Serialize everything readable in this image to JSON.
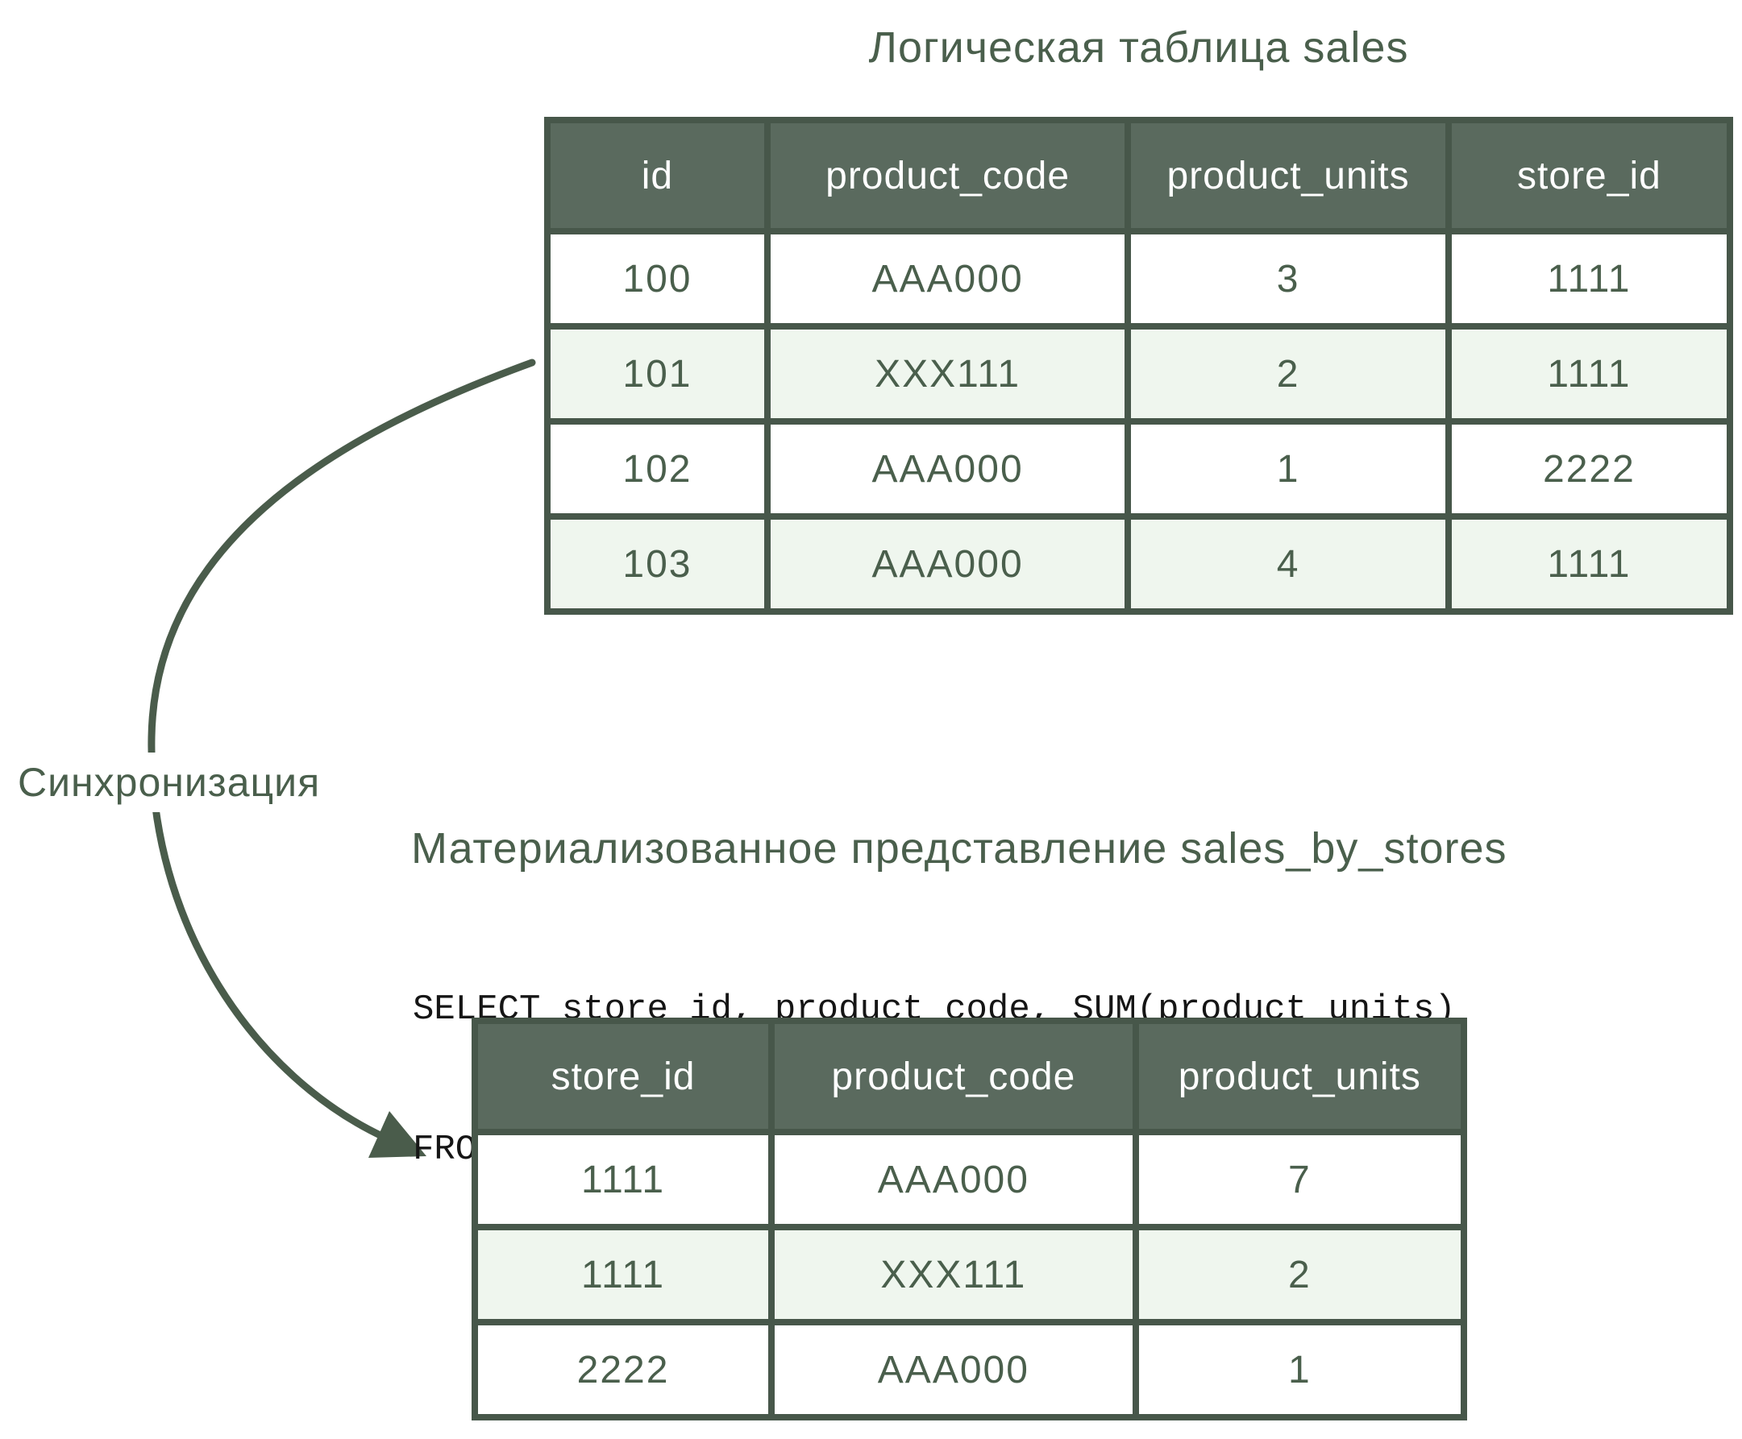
{
  "colors": {
    "text_green": "#4a5f4c",
    "table_border": "#47574a",
    "header_bg": "#5a6a5e",
    "header_text": "#ffffff",
    "row_alt_bg": "#eff6ee",
    "row_bg": "#ffffff",
    "sql_text": "#151515",
    "arrow": "#4a5c4b",
    "background": "#ffffff"
  },
  "sync_label": "Синхронизация",
  "logical_table": {
    "title": "Логическая таблица sales",
    "columns": [
      "id",
      "product_code",
      "product_units",
      "store_id"
    ],
    "rows": [
      [
        "100",
        "AAA000",
        "3",
        "1111"
      ],
      [
        "101",
        "XXX111",
        "2",
        "1111"
      ],
      [
        "102",
        "AAA000",
        "1",
        "2222"
      ],
      [
        "103",
        "AAA000",
        "4",
        "1111"
      ]
    ]
  },
  "materialized_view": {
    "title": "Материализованное представление sales_by_stores",
    "sql": {
      "line1": "SELECT store_id, product_code, SUM(product_units)",
      "line2": "FROM sales GROUP BY store_id, product_code"
    },
    "columns": [
      "store_id",
      "product_code",
      "product_units"
    ],
    "rows": [
      [
        "1111",
        "AAA000",
        "7"
      ],
      [
        "1111",
        "XXX111",
        "2"
      ],
      [
        "2222",
        "AAA000",
        "1"
      ]
    ]
  }
}
